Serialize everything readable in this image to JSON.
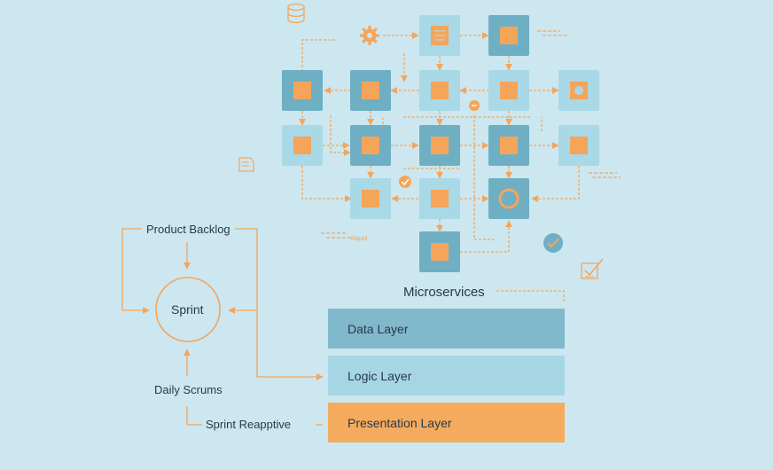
{
  "scrum": {
    "backlog": "Product Backlog",
    "sprint": "Sprint",
    "daily": "Daily Scrums",
    "review": "Sprint Re",
    "review_overlap": "apptive"
  },
  "architecture": {
    "title": "Microservices",
    "layers": [
      {
        "name": "Data Layer",
        "color": "#80b9cb"
      },
      {
        "name": "Logic Layer",
        "color": "#a6d6e4"
      },
      {
        "name": "Presentation Layer",
        "color": "#f5ab5e"
      }
    ]
  },
  "graph": {
    "nodes": [
      {
        "id": "r0c2",
        "shade": "light",
        "icon": "document-icon"
      },
      {
        "id": "r0c3",
        "shade": "dark",
        "icon": "square"
      },
      {
        "id": "r1c0",
        "shade": "dark",
        "icon": "square"
      },
      {
        "id": "r1c1",
        "shade": "dark",
        "icon": "square"
      },
      {
        "id": "r1c2",
        "shade": "light",
        "icon": "square"
      },
      {
        "id": "r1c3",
        "shade": "light",
        "icon": "square"
      },
      {
        "id": "r1c4",
        "shade": "light",
        "icon": "target-icon"
      },
      {
        "id": "r2c0",
        "shade": "light",
        "icon": "square"
      },
      {
        "id": "r2c1",
        "shade": "dark",
        "icon": "square"
      },
      {
        "id": "r2c2",
        "shade": "dark",
        "icon": "square"
      },
      {
        "id": "r2c3",
        "shade": "dark",
        "icon": "square"
      },
      {
        "id": "r2c4",
        "shade": "light",
        "icon": "square"
      },
      {
        "id": "r3c1",
        "shade": "light",
        "icon": "square"
      },
      {
        "id": "r3c2",
        "shade": "light",
        "icon": "square"
      },
      {
        "id": "r3c3",
        "shade": "dark",
        "icon": "ring-icon"
      },
      {
        "id": "r4c2",
        "shade": "dark",
        "icon": "square"
      }
    ]
  },
  "decor": {
    "scribble": "Rapid"
  },
  "colors": {
    "background": "#cce7f0",
    "accent": "#f5a55a",
    "node_dark": "#6fafc4",
    "node_light": "#a9d8e6"
  }
}
